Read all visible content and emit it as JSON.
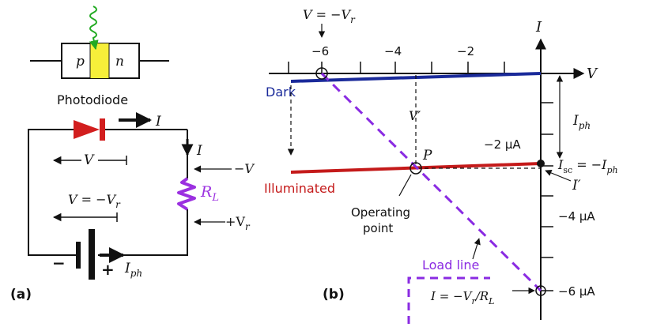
{
  "panel_a": {
    "p_label": "p",
    "n_label": "n",
    "photodiode_label": "Photodiode",
    "current_I_top": "I",
    "current_I_side": "I",
    "voltage_V_diode": "V",
    "minus_V": "−V",
    "RL_R": "R",
    "RL_sub": "L",
    "plus_Vr": "+V",
    "plus_Vr_sub": "r",
    "battery_V_text": "V = −V",
    "battery_V_sub": "r",
    "minus_sign": "−",
    "plus_sign": "+",
    "Iph": "I",
    "Iph_sub": "ph",
    "panel_letter": "(a)"
  },
  "panel_b": {
    "top_V_text": "V = −V",
    "top_V_sub": "r",
    "tick_labels": [
      "−6",
      "−4",
      "−2"
    ],
    "axis_I": "I",
    "axis_V": "V",
    "dark_label": "Dark",
    "illuminated_label": "Illuminated",
    "v_prime": "V′",
    "P_label": "P",
    "Iph_I": "I",
    "Iph_sub": "ph",
    "minus2uA": "−2 µA",
    "minus4uA": "−4 µA",
    "minus6uA": "−6 µA",
    "Isc_I": "I",
    "Isc_sub": "sc",
    "Isc_eq": " = −I",
    "Isc_eq_sub": "ph",
    "I_prime": "I′",
    "operating_point_1": "Operating",
    "operating_point_2": "point",
    "load_line_label": "Load line",
    "load_eq_1": "I = −V",
    "load_eq_sub1": "r",
    "load_eq_2": "/R",
    "load_eq_sub2": "L",
    "panel_letter": "(b)"
  },
  "colors": {
    "diode_red": "#d21e1e",
    "dark_blue": "#1a2a9a",
    "illum_red": "#c41a1a",
    "load_purple": "#8a2be2",
    "resistor_purple": "#9b30e0",
    "yellow": "#f7ef3a",
    "photon_green": "#22aa22"
  }
}
